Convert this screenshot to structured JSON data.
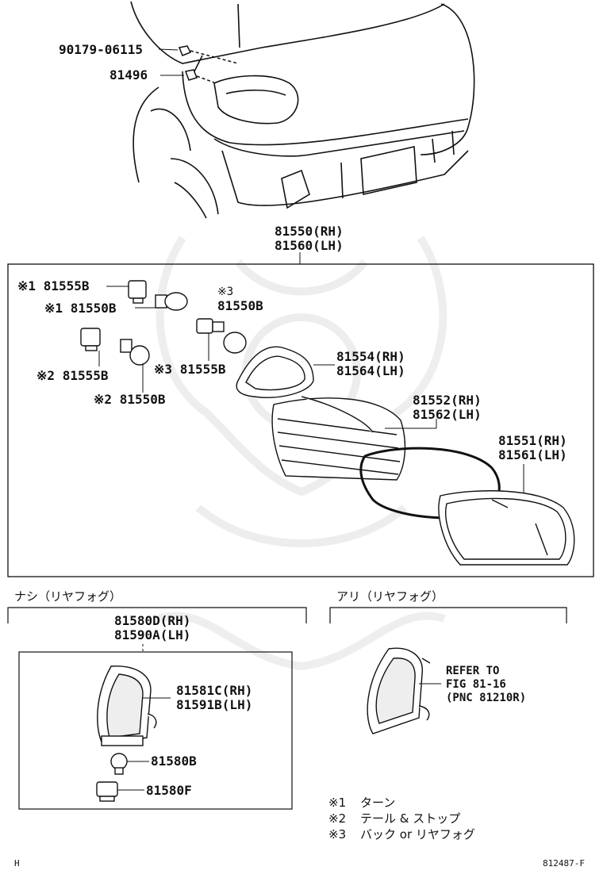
{
  "top_parts": {
    "clip": "90179-06115",
    "grommet": "81496"
  },
  "lamp_assy": {
    "rh": "81550(RH)",
    "lh": "81560(LH)"
  },
  "sockets": {
    "s1_socket": "81555B",
    "s1_socket_mark": "※1",
    "s1_bulb": "81550B",
    "s1_bulb_mark": "※1",
    "s2_socket": "81555B",
    "s2_socket_mark": "※2",
    "s2_bulb": "81550B",
    "s2_bulb_mark": "※2",
    "s3_bulb_mark": "※3",
    "s3_bulb": "81550B",
    "s3_socket_mark": "※3",
    "s3_socket": "81555B"
  },
  "gasket": {
    "rh": "81554(RH)",
    "lh": "81564(LH)"
  },
  "body": {
    "rh": "81552(RH)",
    "lh": "81562(LH)"
  },
  "lens": {
    "rh": "81551(RH)",
    "lh": "81561(LH)"
  },
  "without_fog": {
    "heading": "ナシ（リヤフォグ）",
    "assy_rh": "81580D(RH)",
    "assy_lh": "81590A(LH)",
    "lens_rh": "81581C(RH)",
    "lens_lh": "81591B(LH)",
    "bulb": "81580B",
    "socket": "81580F"
  },
  "with_fog": {
    "heading": "アリ（リヤフォグ）",
    "refer_line1": "REFER TO",
    "refer_line2": "FIG 81-16",
    "refer_line3": "(PNC 81210R)"
  },
  "legend": [
    {
      "mark": "※1",
      "text": "ターン"
    },
    {
      "mark": "※2",
      "text": "テール & ストップ"
    },
    {
      "mark": "※3",
      "text": "バック or リヤフォグ"
    }
  ],
  "footer": {
    "left": "H",
    "right": "812487-F"
  }
}
